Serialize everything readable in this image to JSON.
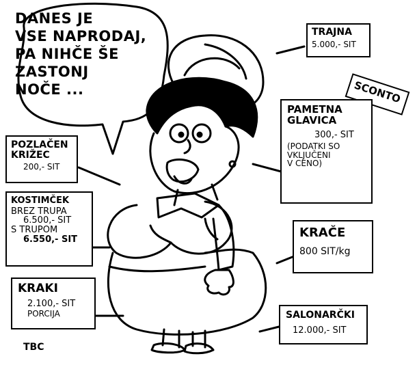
{
  "speech": [
    "DANES JE",
    "VSE NAPRODAJ,",
    "PA NIHČE ŠE",
    "ZASTONJ",
    "NOČE ..."
  ],
  "sconto": "SCONTO",
  "labels": {
    "trajna": {
      "name": "TRAJNA",
      "price": "5.000,- SIT"
    },
    "pametna": {
      "name1": "PAMETNA",
      "name2": "GLAVICA",
      "price": "300,- SIT",
      "note1": "(PODATKI SO",
      "note2": "VKLJUČENI",
      "note3": "V CENO)"
    },
    "pozlacen": {
      "name1": "POZLAČEN",
      "name2": "KRIŽEC",
      "price": "200,- SIT"
    },
    "kostimcek": {
      "name": "KOSTIMČEK",
      "line1": "BREZ TRUPA",
      "price1": "6.500,- SIT",
      "line2": "S TRUPOM",
      "price2": "6.550,- SIT"
    },
    "krace": {
      "name": "KRAČE",
      "price": "800 SIT/kg"
    },
    "kraki": {
      "name": "KRAKI",
      "price": "2.100,- SIT",
      "unit": "PORCIJA"
    },
    "salonarcki": {
      "name": "SALONARČKI",
      "price": "12.000,- SIT"
    }
  },
  "signature": "TBC"
}
